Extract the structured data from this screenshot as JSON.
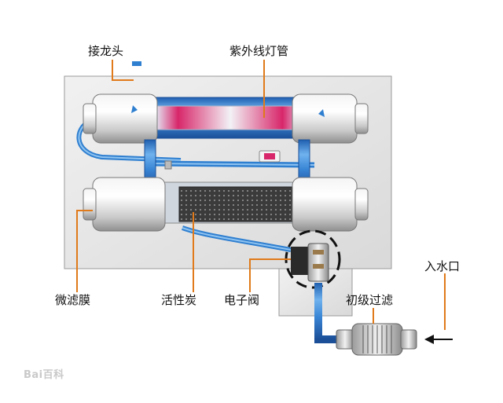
{
  "labels": {
    "faucet": "接龙头",
    "uv_lamp": "紫外线灯管",
    "microfiltration": "微滤膜",
    "activated_carbon": "活性炭",
    "solenoid_valve": "电子阀",
    "water_inlet": "入水口",
    "prefilter": "初级过滤"
  },
  "watermark": "Bai百科",
  "colors": {
    "water": "#2f7fd0",
    "panel": "#e6e6e6",
    "label_line": "#e07a1a",
    "uv_glow": "#d8266a",
    "carbon": "#3a3a3a"
  }
}
